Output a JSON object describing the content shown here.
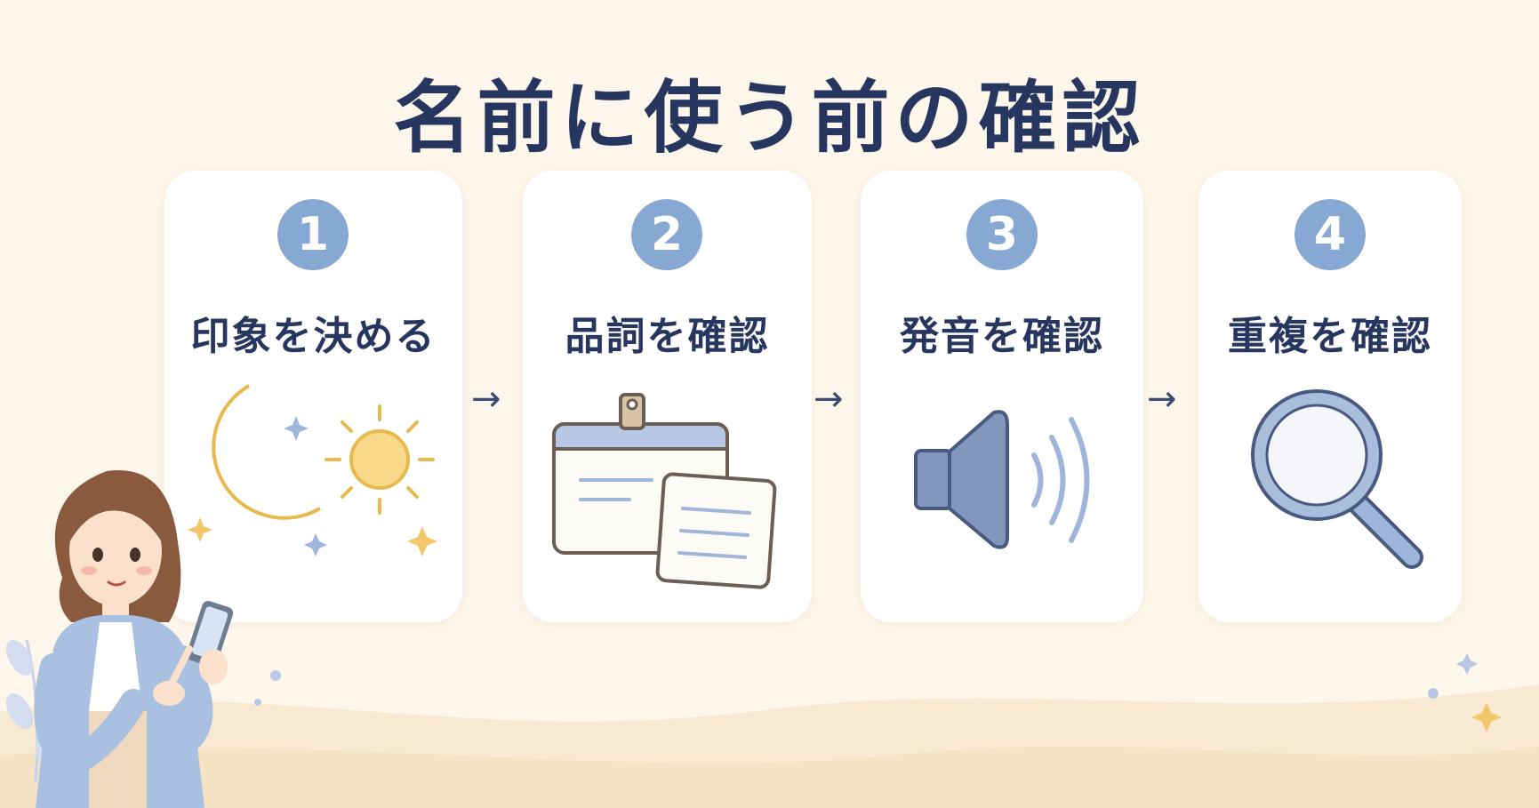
{
  "title": "名前に使う前の確認",
  "steps": [
    {
      "number": "1",
      "label": "印象を決める",
      "icon": "moon-sun-icon"
    },
    {
      "number": "2",
      "label": "品詞を確認",
      "icon": "name-tag-cards-icon"
    },
    {
      "number": "3",
      "label": "発音を確認",
      "icon": "speaker-icon"
    },
    {
      "number": "4",
      "label": "重複を確認",
      "icon": "magnifier-icon"
    }
  ],
  "arrows": [
    "→",
    "→",
    "→"
  ],
  "colors": {
    "background": "#fdf6ea",
    "title": "#26365f",
    "badge": "#88a8d4",
    "card": "#ffffff",
    "accent_yellow": "#f5cf7a",
    "accent_blue": "#8fa9d2"
  }
}
